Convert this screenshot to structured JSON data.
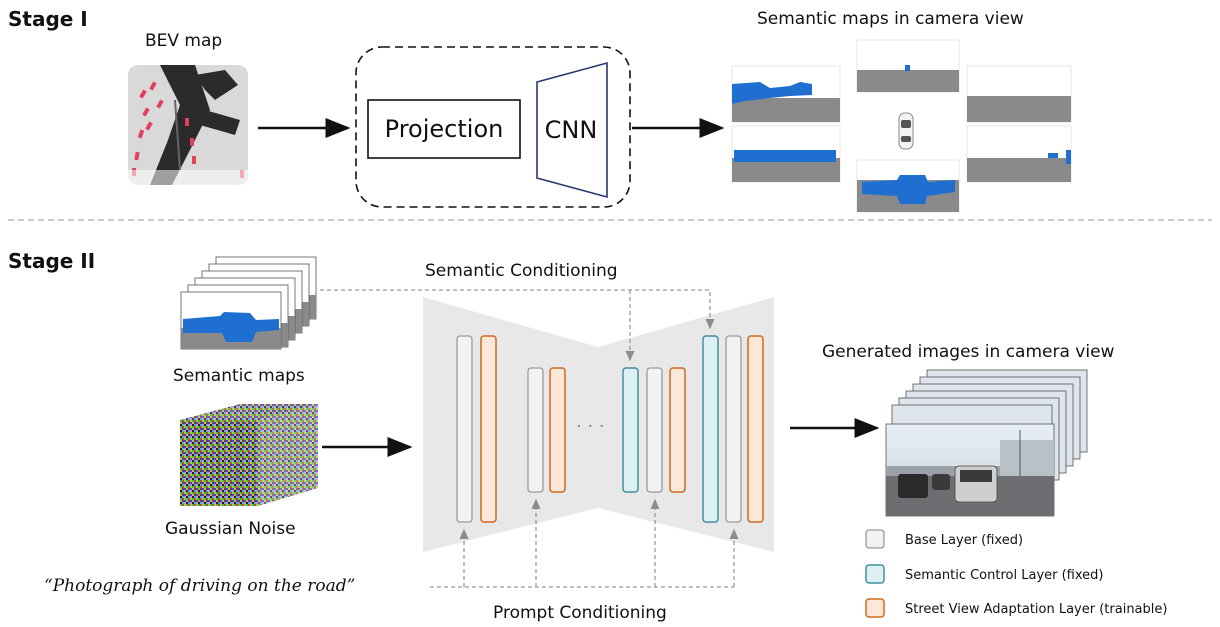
{
  "stage1": {
    "title": "Stage I",
    "bev_label": "BEV map",
    "projection_label": "Projection",
    "cnn_label": "CNN",
    "semantic_maps_title": "Semantic maps in camera view"
  },
  "stage2": {
    "title": "Stage II",
    "semantic_maps_label": "Semantic maps",
    "noise_label": "Gaussian Noise",
    "semantic_conditioning": "Semantic Conditioning",
    "prompt_conditioning": "Prompt Conditioning",
    "prompt_text": "“Photograph of driving on the road”",
    "generated_label": "Generated images in camera view",
    "ellipsis": "· · ·"
  },
  "legend": [
    {
      "label": "Base Layer (fixed)",
      "stroke": "#9a9a9a",
      "fill": "#f2f2f2"
    },
    {
      "label": "Semantic Control Layer (fixed)",
      "stroke": "#3f8f9f",
      "fill": "#ddf0f4"
    },
    {
      "label": "Street View Adaptation Layer (trainable)",
      "stroke": "#d0691c",
      "fill": "#fde7d8"
    }
  ],
  "colors": {
    "semantic_blue": "#1f6fd1",
    "road_gray": "#8a8a8a",
    "arrow": "#111111",
    "dashed": "#9a9a9a",
    "unet_bg": "#e8e8e8"
  }
}
